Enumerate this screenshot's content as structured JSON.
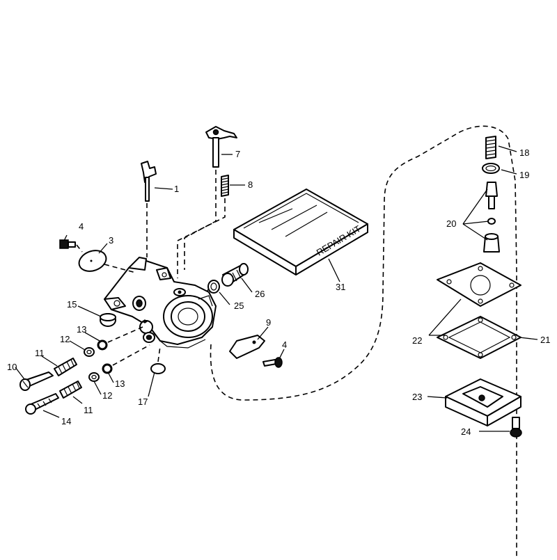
{
  "repair_kit": {
    "box_text": "REPAIR KIT"
  },
  "callouts": {
    "c1": "1",
    "c3": "3",
    "c4a": "4",
    "c4b": "4",
    "c7": "7",
    "c8": "8",
    "c9": "9",
    "c10": "10",
    "c11a": "11",
    "c11b": "11",
    "c12a": "12",
    "c12b": "12",
    "c13a": "13",
    "c13b": "13",
    "c14": "14",
    "c15": "15",
    "c17": "17",
    "c18": "18",
    "c19": "19",
    "c20": "20",
    "c21": "21",
    "c22": "22",
    "c23": "23",
    "c24": "24",
    "c25": "25",
    "c26": "26",
    "c31": "31"
  }
}
